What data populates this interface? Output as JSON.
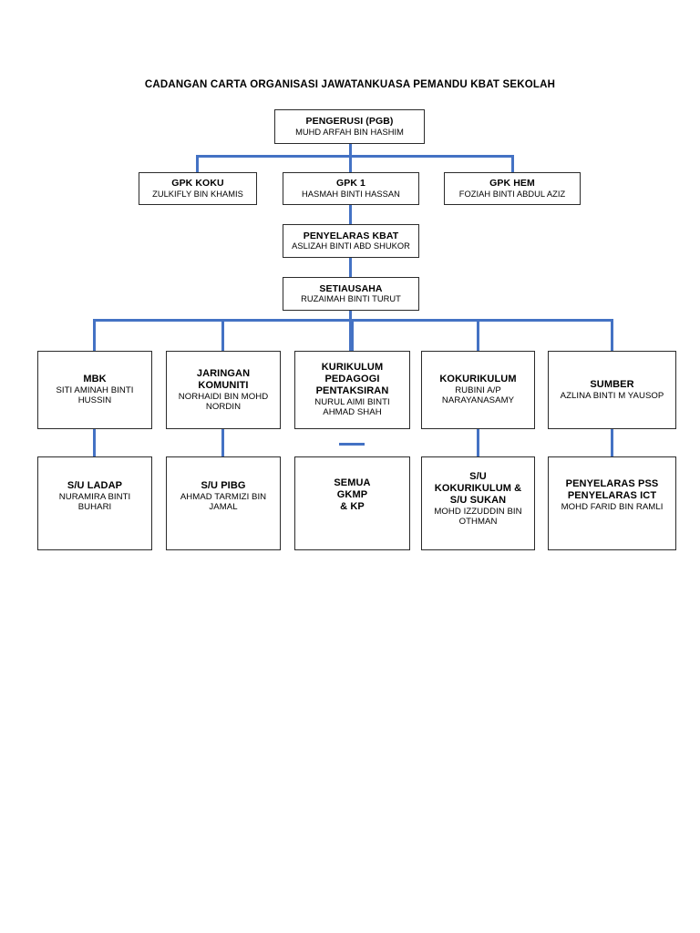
{
  "title": "CADANGAN CARTA ORGANISASI JAWATANKUASA PEMANDU KBAT SEKOLAH",
  "colors": {
    "connector": "#4472C4",
    "box_border": "#2b2b2b",
    "background": "#ffffff",
    "text": "#000000"
  },
  "chart_data": {
    "type": "diagram",
    "diagram_type": "organization-chart",
    "title": "CADANGAN CARTA ORGANISASI JAWATANKUASA PEMANDU KBAT SEKOLAH",
    "levels": 6,
    "nodes": [
      {
        "id": "pengerusi",
        "title": "PENGERUSI (PGB)",
        "person": "MUHD ARFAH BIN HASHIM",
        "level": 1
      },
      {
        "id": "gpk-koku",
        "title": "GPK KOKU",
        "person": "ZULKIFLY BIN KHAMIS",
        "level": 2
      },
      {
        "id": "gpk-1",
        "title": "GPK 1",
        "person": "HASMAH BINTI HASSAN",
        "level": 2
      },
      {
        "id": "gpk-hem",
        "title": "GPK HEM",
        "person": "FOZIAH BINTI ABDUL AZIZ",
        "level": 2
      },
      {
        "id": "penyelaras-kbat",
        "title": "PENYELARAS KBAT",
        "person": "ASLIZAH BINTI ABD SHUKOR",
        "level": 3
      },
      {
        "id": "setiausaha",
        "title": "SETIAUSAHA",
        "person": "RUZAIMAH BINTI TURUT",
        "level": 4
      },
      {
        "id": "mbk",
        "title": "MBK",
        "person": "SITI AMINAH BINTI\nHUSSIN",
        "level": 5
      },
      {
        "id": "jaringan",
        "title": "JARINGAN\nKOMUNITI",
        "person": "NORHAIDI BIN MOHD\nNORDIN",
        "level": 5
      },
      {
        "id": "kurikulum",
        "title": "KURIKULUM\nPEDAGOGI\nPENTAKSIRAN",
        "person": "NURUL AIMI BINTI\nAHMAD SHAH",
        "level": 5
      },
      {
        "id": "kokurikulum",
        "title": "KOKURIKULUM",
        "person": "RUBINI A/P\nNARAYANASAMY",
        "level": 5
      },
      {
        "id": "sumber",
        "title": "SUMBER",
        "person": "AZLINA BINTI M YAUSOP",
        "level": 5
      },
      {
        "id": "su-ladap",
        "title": "S/U LADAP",
        "person": "NURAMIRA BINTI\nBUHARI",
        "level": 6
      },
      {
        "id": "su-pibg",
        "title": "S/U PIBG",
        "person": "AHMAD TARMIZI BIN\nJAMAL",
        "level": 6
      },
      {
        "id": "semua-gkmp",
        "title": "SEMUA\nGKMP\n& KP",
        "person": "",
        "level": 6
      },
      {
        "id": "su-kokurikulum",
        "title": "S/U\nKOKURIKULUM &\nS/U SUKAN",
        "person": "MOHD IZZUDDIN BIN\nOTHMAN",
        "level": 6
      },
      {
        "id": "penyelaras-pss",
        "title": "PENYELARAS PSS\nPENYELARAS ICT",
        "person": "MOHD FARID BIN RAMLI",
        "level": 6
      }
    ],
    "edges": [
      {
        "from": "pengerusi",
        "to": "gpk-koku"
      },
      {
        "from": "pengerusi",
        "to": "gpk-1"
      },
      {
        "from": "pengerusi",
        "to": "gpk-hem"
      },
      {
        "from": "gpk-1",
        "to": "penyelaras-kbat"
      },
      {
        "from": "penyelaras-kbat",
        "to": "setiausaha"
      },
      {
        "from": "setiausaha",
        "to": "mbk"
      },
      {
        "from": "setiausaha",
        "to": "jaringan"
      },
      {
        "from": "setiausaha",
        "to": "kurikulum"
      },
      {
        "from": "setiausaha",
        "to": "kokurikulum"
      },
      {
        "from": "setiausaha",
        "to": "sumber"
      },
      {
        "from": "mbk",
        "to": "su-ladap"
      },
      {
        "from": "jaringan",
        "to": "su-pibg"
      },
      {
        "from": "kokurikulum",
        "to": "su-kokurikulum"
      },
      {
        "from": "sumber",
        "to": "penyelaras-pss"
      }
    ]
  }
}
